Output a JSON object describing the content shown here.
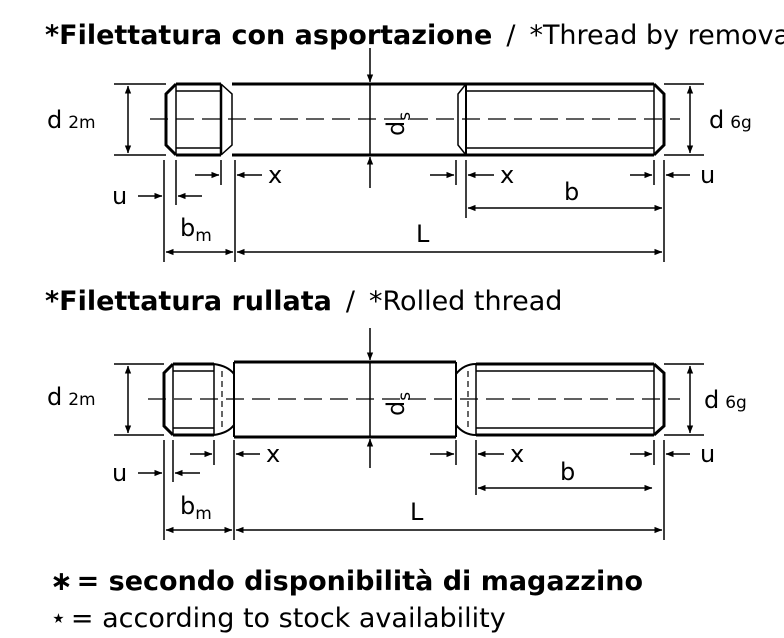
{
  "top_section": {
    "title_it": "Filettatura con asportazione",
    "title_sep": "/",
    "title_en": "Thread by removal"
  },
  "bottom_section": {
    "title_it": "Filettatura rullata",
    "title_sep": "/",
    "title_en": "Rolled thread"
  },
  "labels": {
    "asterisk": "*",
    "d": "d",
    "tol_left": "2m",
    "tol_right": "6g",
    "ds_main": "d",
    "ds_sub": "s",
    "u": "u",
    "x": "x",
    "b": "b",
    "bm_main": "b",
    "bm_sub": "m",
    "L": "L"
  },
  "legend": {
    "line1_symbol": "∗",
    "line1_text": "= secondo disponibilità di magazzino",
    "line2_symbol": "⋆",
    "line2_text": "= according to stock availability"
  }
}
